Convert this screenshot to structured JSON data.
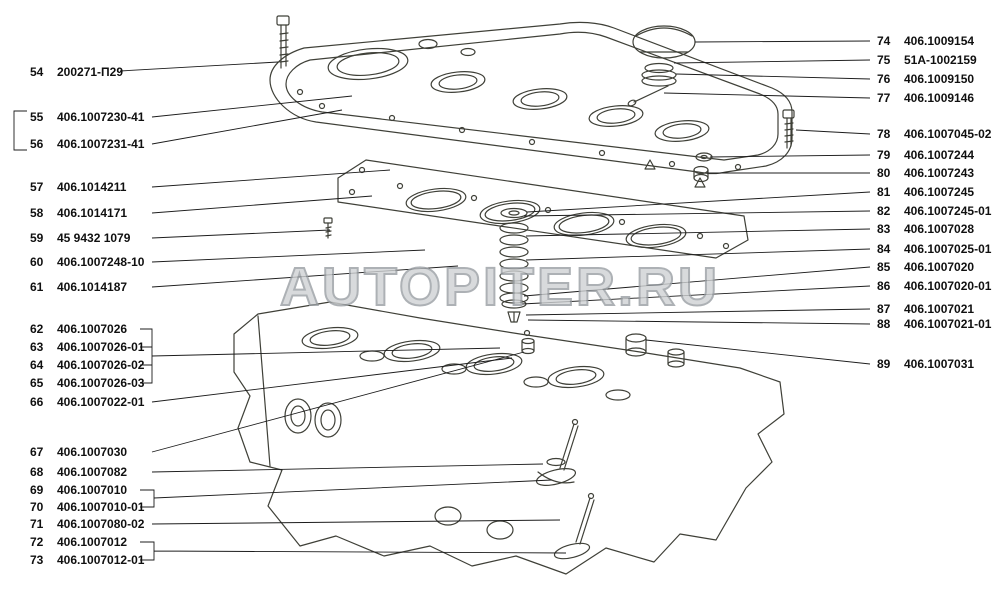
{
  "watermark": "AUTOPITER.RU",
  "diagram": {
    "description": "Exploded view of engine cylinder head, valve cover, gaskets and valve train parts",
    "left_labels": [
      {
        "num": "54",
        "part": "200271-П29"
      },
      {
        "num": "55",
        "part": "406.1007230-41"
      },
      {
        "num": "56",
        "part": "406.1007231-41"
      },
      {
        "num": "57",
        "part": "406.1014211"
      },
      {
        "num": "58",
        "part": "406.1014171"
      },
      {
        "num": "59",
        "part": "45 9432 1079"
      },
      {
        "num": "60",
        "part": "406.1007248-10"
      },
      {
        "num": "61",
        "part": "406.1014187"
      },
      {
        "num": "62",
        "part": "406.1007026"
      },
      {
        "num": "63",
        "part": "406.1007026-01"
      },
      {
        "num": "64",
        "part": "406.1007026-02"
      },
      {
        "num": "65",
        "part": "406.1007026-03"
      },
      {
        "num": "66",
        "part": "406.1007022-01"
      },
      {
        "num": "67",
        "part": "406.1007030"
      },
      {
        "num": "68",
        "part": "406.1007082"
      },
      {
        "num": "69",
        "part": "406.1007010"
      },
      {
        "num": "70",
        "part": "406.1007010-01"
      },
      {
        "num": "71",
        "part": "406.1007080-02"
      },
      {
        "num": "72",
        "part": "406.1007012"
      },
      {
        "num": "73",
        "part": "406.1007012-01"
      }
    ],
    "right_labels": [
      {
        "num": "74",
        "part": "406.1009154"
      },
      {
        "num": "75",
        "part": "51А-1002159"
      },
      {
        "num": "76",
        "part": "406.1009150"
      },
      {
        "num": "77",
        "part": "406.1009146"
      },
      {
        "num": "78",
        "part": "406.1007045-02"
      },
      {
        "num": "79",
        "part": "406.1007244"
      },
      {
        "num": "80",
        "part": "406.1007243"
      },
      {
        "num": "81",
        "part": "406.1007245"
      },
      {
        "num": "82",
        "part": "406.1007245-01"
      },
      {
        "num": "83",
        "part": "406.1007028"
      },
      {
        "num": "84",
        "part": "406.1007025-01"
      },
      {
        "num": "85",
        "part": "406.1007020"
      },
      {
        "num": "86",
        "part": "406.1007020-01"
      },
      {
        "num": "87",
        "part": "406.1007021"
      },
      {
        "num": "88",
        "part": "406.1007021-01"
      },
      {
        "num": "89",
        "part": "406.1007031"
      }
    ],
    "line_color": "#3f4038",
    "leader_color": "#1c1c1c"
  }
}
